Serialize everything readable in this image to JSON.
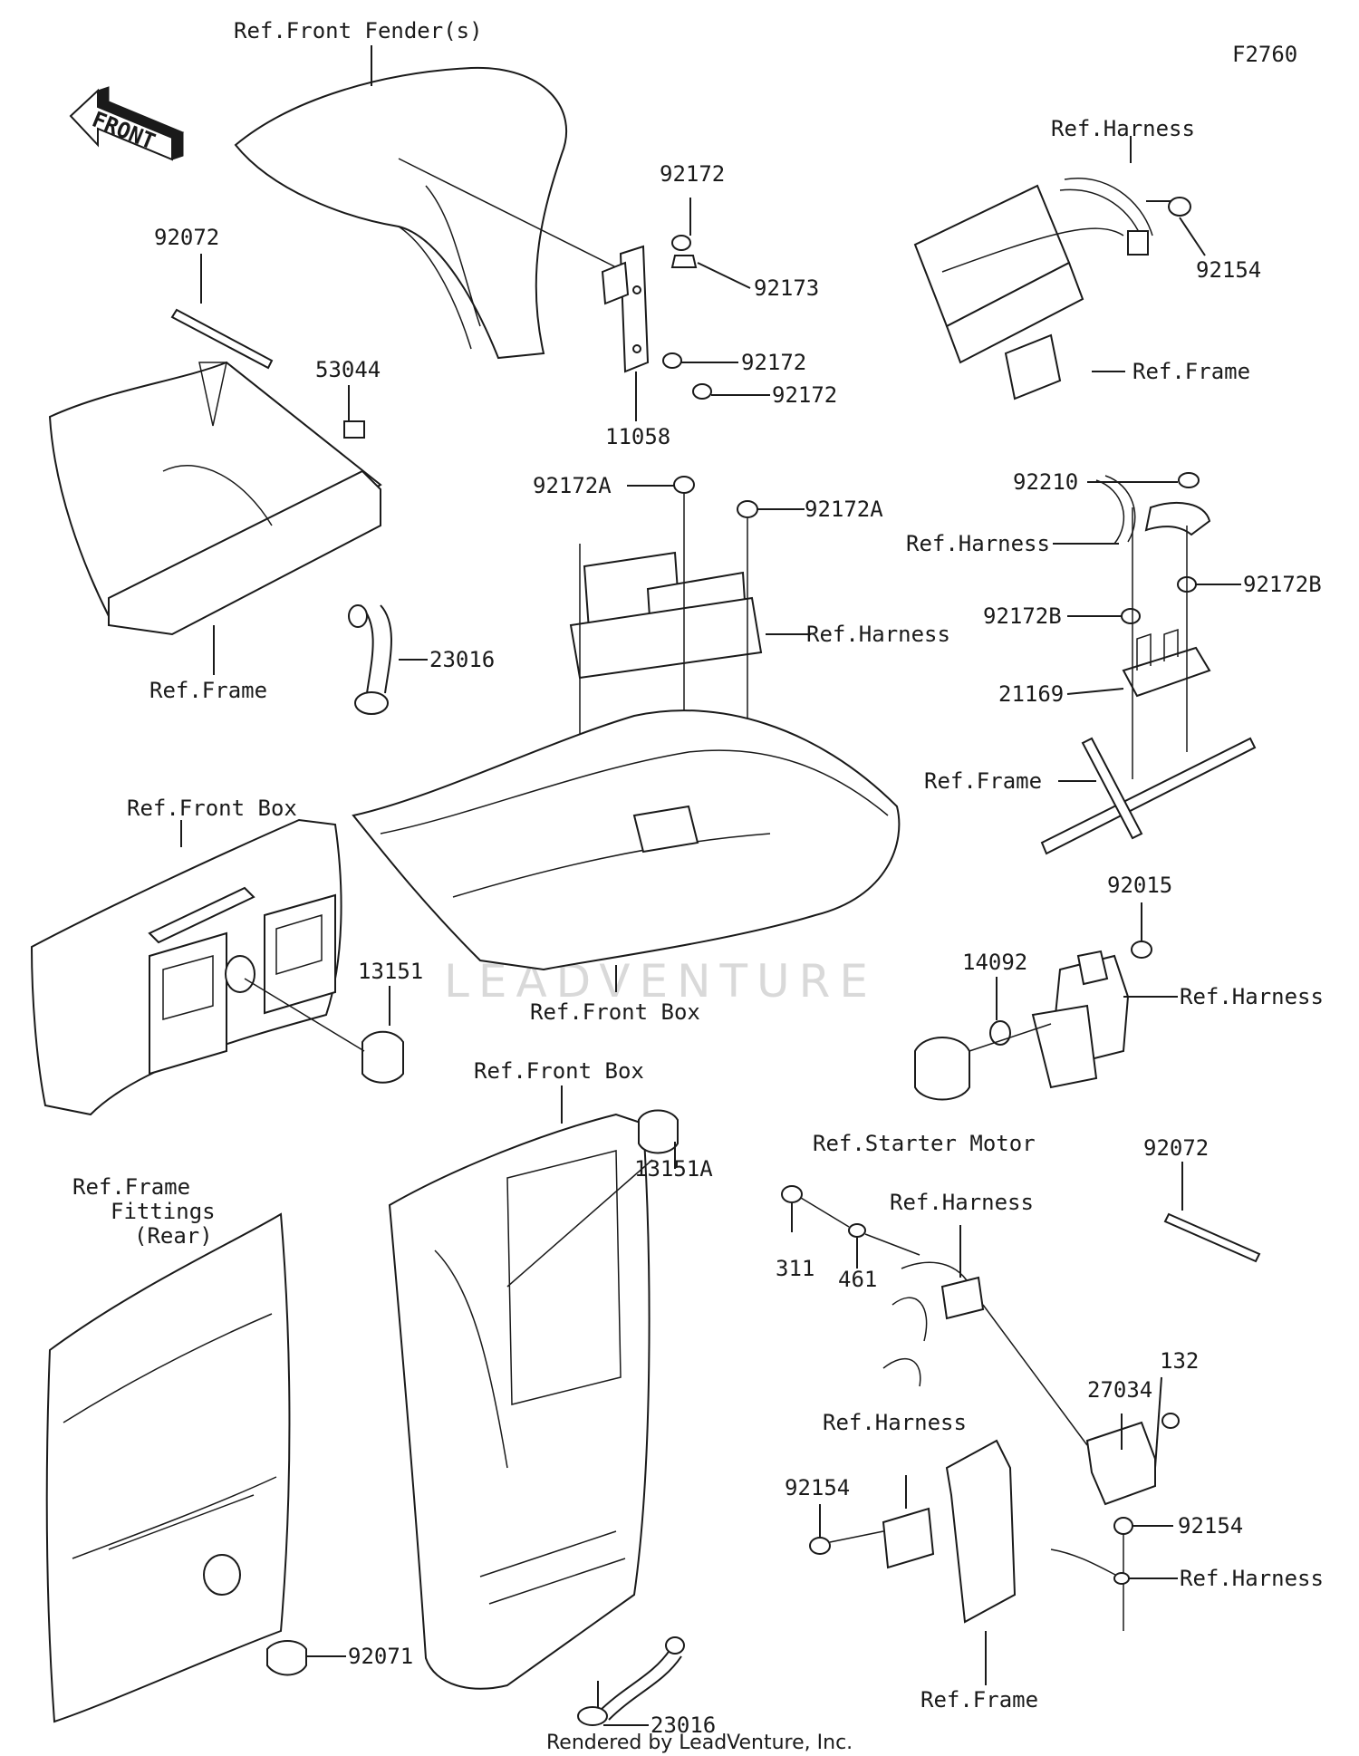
{
  "diagram_code": "F2760",
  "front_arrow_text": "FRONT",
  "watermark": "LEADVENTURE",
  "footer": "Rendered by LeadVenture, Inc.",
  "labels": {
    "ref_front_fenders": "Ref.Front Fender(s)",
    "p92172_top": "92172",
    "p92173": "92173",
    "p92172_mid": "92172",
    "p92172_low": "92172",
    "p11058": "11058",
    "p92072_left": "92072",
    "p53044": "53044",
    "p23016_top": "23016",
    "ref_frame_left": "Ref.Frame",
    "ref_harness_tr": "Ref.Harness",
    "p92154_tr": "92154",
    "ref_frame_tr": "Ref.Frame",
    "p92172A_left": "92172A",
    "p92172A_right": "92172A",
    "ref_harness_center": "Ref.Harness",
    "p92210": "92210",
    "ref_harness_right2": "Ref.Harness",
    "p92172B_left": "92172B",
    "p92172B_right": "92172B",
    "p21169": "21169",
    "ref_frame_right2": "Ref.Frame",
    "ref_front_box_left": "Ref.Front Box",
    "p13151": "13151",
    "ref_front_box_center": "Ref.Front Box",
    "p92015": "92015",
    "p14092": "14092",
    "ref_harness_starter": "Ref.Harness",
    "ref_starter_motor": "Ref.Starter Motor",
    "ref_front_box_lower": "Ref.Front Box",
    "p13151A": "13151A",
    "p92072_right": "92072",
    "ref_frame_fittings_1": "Ref.Frame",
    "ref_frame_fittings_2": "Fittings",
    "ref_frame_fittings_3": "(Rear)",
    "p311": "311",
    "p461": "461",
    "ref_harness_relay": "Ref.Harness",
    "p27034": "27034",
    "p132": "132",
    "ref_harness_lower": "Ref.Harness",
    "p92154_lower_left": "92154",
    "p92154_lower_right": "92154",
    "ref_harness_lower_right": "Ref.Harness",
    "p92071": "92071",
    "p23016_bottom": "23016",
    "ref_frame_bottom": "Ref.Frame"
  }
}
